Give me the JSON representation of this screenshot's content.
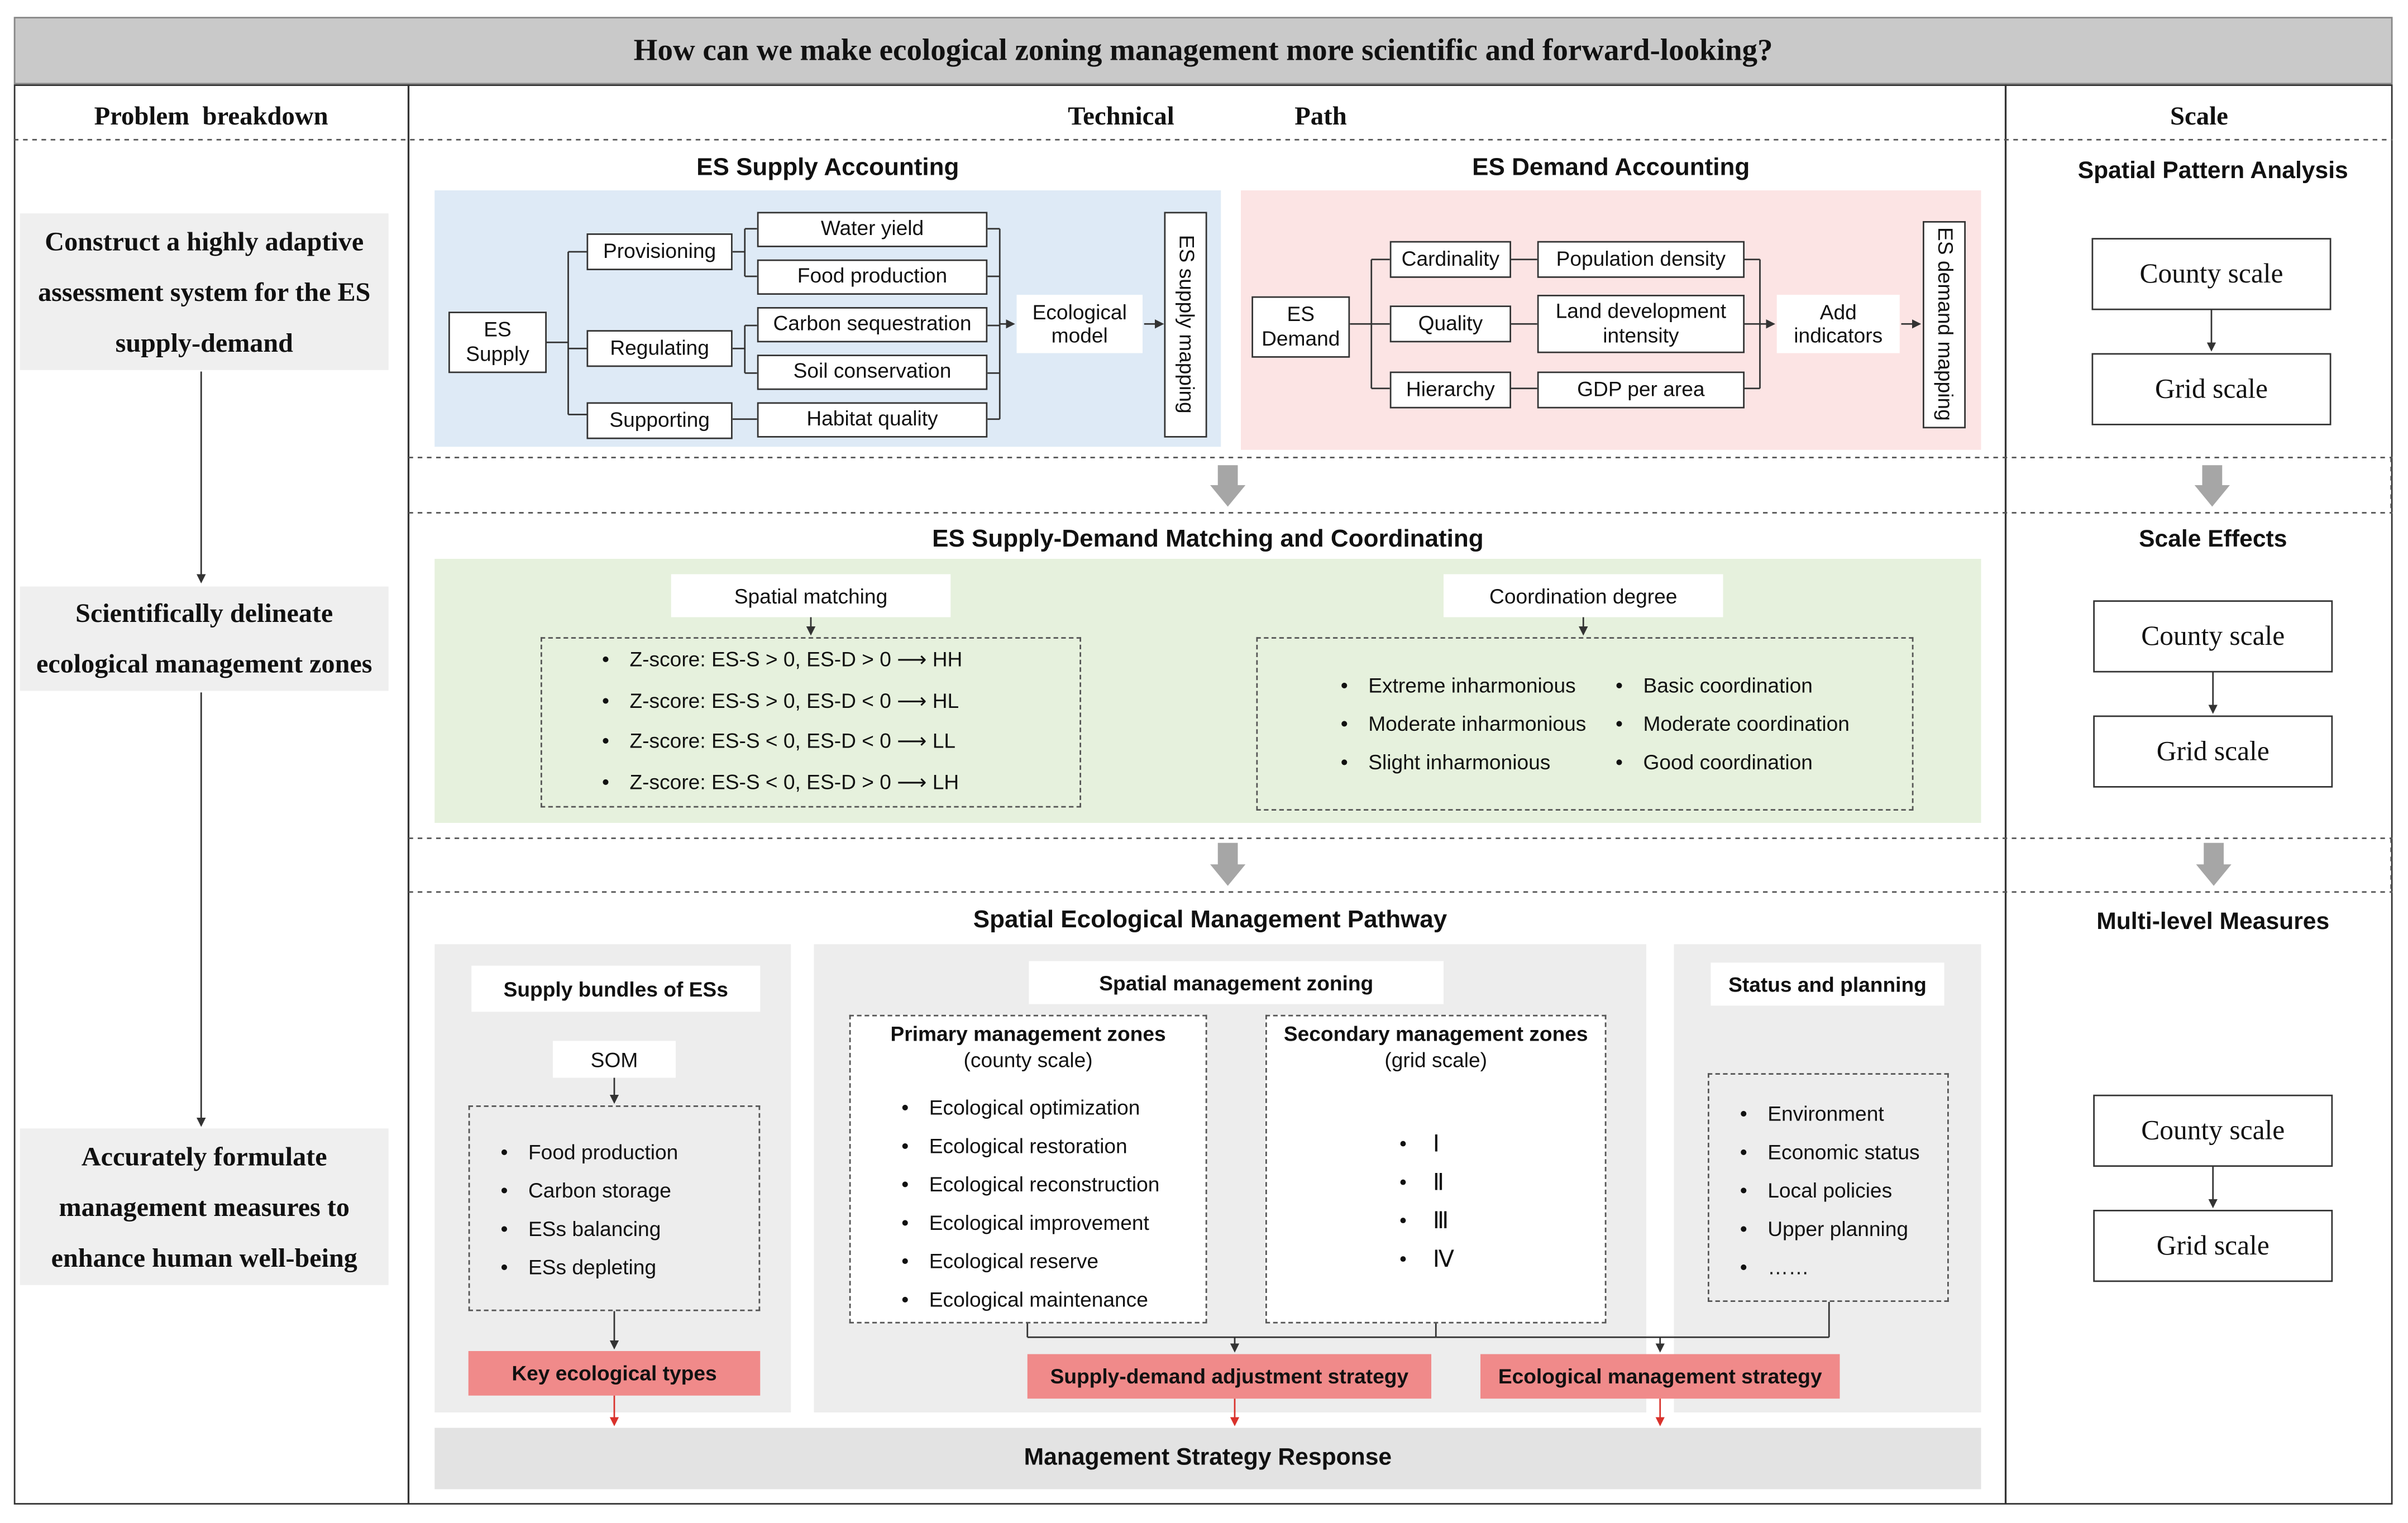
{
  "title": "How can we make ecological zoning management more scientific and forward-looking?",
  "headers": {
    "problem": "Problem  breakdown",
    "technical_1": "Technical",
    "technical_2": "Path",
    "scale": "Scale"
  },
  "problems": [
    "Construct a highly adaptive assessment system for the ES supply-demand",
    "Scientifically delineate ecological management zones",
    "Accurately formulate management measures to enhance human well-being"
  ],
  "supply": {
    "title": "ES Supply Accounting",
    "root": "ES Supply",
    "categories": [
      "Provisioning",
      "Regulating",
      "Supporting"
    ],
    "leaves": [
      "Water yield",
      "Food production",
      "Carbon sequestration",
      "Soil conservation",
      "Habitat quality"
    ],
    "model": "Ecological model",
    "mapping": "ES supply mapping"
  },
  "demand": {
    "title": "ES Demand Accounting",
    "root": "ES Demand",
    "categories": [
      "Cardinality",
      "Quality",
      "Hierarchy"
    ],
    "leaves": [
      "Population density",
      "Land development intensity",
      "GDP per area"
    ],
    "add": "Add indicators",
    "mapping": "ES demand mapping"
  },
  "matching": {
    "title": "ES Supply-Demand Matching and Coordinating",
    "spatial": "Spatial matching",
    "zscores": [
      "Z-score: ES-S > 0,  ES-D > 0 ⟶ HH",
      "Z-score: ES-S > 0,  ES-D < 0 ⟶ HL",
      "Z-score: ES-S < 0,  ES-D < 0 ⟶ LL",
      "Z-score: ES-S < 0,  ES-D > 0 ⟶ LH"
    ],
    "coord": "Coordination degree",
    "coord_left": [
      "Extreme inharmonious",
      "Moderate inharmonious",
      "Slight inharmonious"
    ],
    "coord_right": [
      "Basic coordination",
      "Moderate coordination",
      "Good coordination"
    ]
  },
  "pathway": {
    "title": "Spatial Ecological Management Pathway",
    "bundles": {
      "title": "Supply bundles of ESs",
      "som": "SOM",
      "items": [
        "Food production",
        "Carbon storage",
        "ESs balancing",
        "ESs depleting"
      ],
      "result": "Key ecological types"
    },
    "zoning": {
      "title": "Spatial management zoning",
      "primary_title": "Primary management zones",
      "primary_sub": "(county scale)",
      "primary_items": [
        "Ecological optimization",
        "Ecological restoration",
        "Ecological reconstruction",
        "Ecological improvement",
        "Ecological reserve",
        "Ecological maintenance"
      ],
      "secondary_title": "Secondary management zones",
      "secondary_sub": "(grid scale)",
      "secondary_items": [
        "Ⅰ",
        "Ⅱ",
        "Ⅲ",
        "Ⅳ"
      ],
      "result": "Supply-demand adjustment strategy"
    },
    "status": {
      "title": "Status and planning",
      "items": [
        "Environment",
        "Economic status",
        "Local policies",
        "Upper planning",
        "……"
      ],
      "result": "Ecological management strategy"
    },
    "response": "Management Strategy Response"
  },
  "scales": [
    {
      "title": "Spatial Pattern Analysis",
      "upper": "County scale",
      "lower": "Grid scale"
    },
    {
      "title": "Scale Effects",
      "upper": "County scale",
      "lower": "Grid scale"
    },
    {
      "title": "Multi-level Measures",
      "upper": "County scale",
      "lower": "Grid scale"
    }
  ],
  "colors": {
    "title_bar": "#c9c9c9",
    "supply_bg": "#deeaf6",
    "demand_bg": "#fce4e4",
    "matching_bg": "#e6f1dd",
    "panel_grey": "#ededed",
    "red_box": "#f08a8a",
    "arrow_grey": "#a6a6a6",
    "red_arrow": "#d9312b"
  }
}
